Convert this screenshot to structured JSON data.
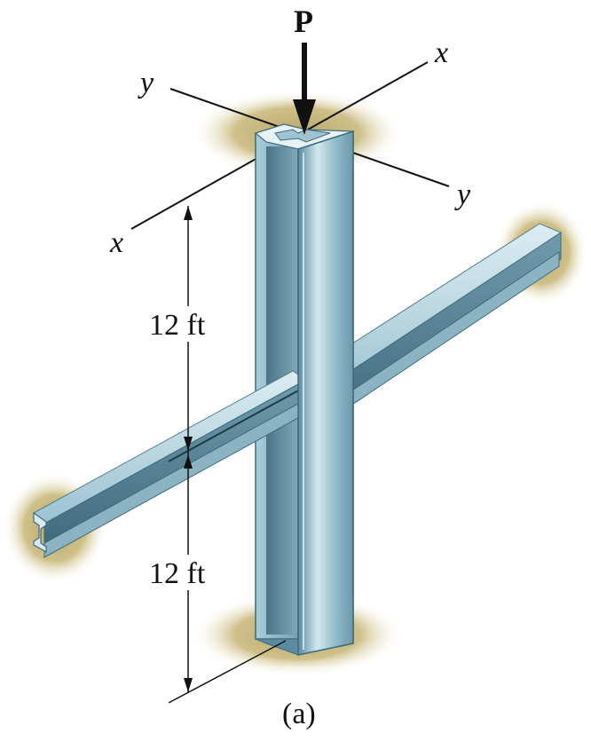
{
  "figure": {
    "load_label": "P",
    "axis_x_top": "x",
    "axis_x_bottom": "x",
    "axis_y_left": "y",
    "axis_y_right": "y",
    "dim_upper": "12 ft",
    "dim_lower": "12 ft",
    "caption": "(a)"
  },
  "colors": {
    "steel_light": "#c9e2ec",
    "steel_mid": "#8fb8c8",
    "steel_dark": "#4f7d92",
    "support_shadow": "#c9b77a",
    "line": "#111111"
  }
}
